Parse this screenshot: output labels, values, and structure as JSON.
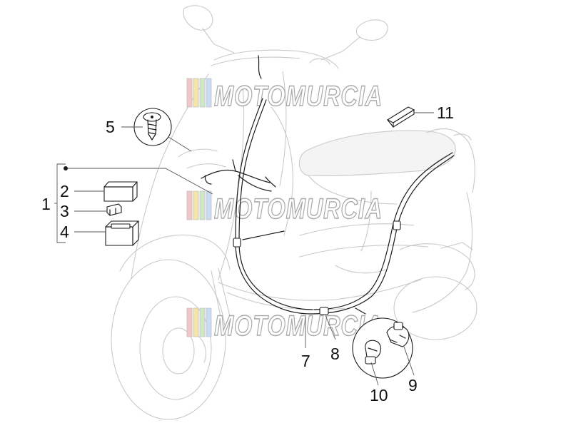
{
  "watermark": {
    "text": "MOTOMURCIA",
    "stripe_colors": [
      "#f2c7c7",
      "#f6e5a9",
      "#cfe8c6",
      "#c9dcf1"
    ]
  },
  "callouts": [
    {
      "id": "1",
      "label": "1"
    },
    {
      "id": "2",
      "label": "2"
    },
    {
      "id": "3",
      "label": "3"
    },
    {
      "id": "4",
      "label": "4"
    },
    {
      "id": "5",
      "label": "5"
    },
    {
      "id": "7",
      "label": "7"
    },
    {
      "id": "8",
      "label": "8"
    },
    {
      "id": "9",
      "label": "9"
    },
    {
      "id": "10",
      "label": "10"
    },
    {
      "id": "11",
      "label": "11"
    }
  ]
}
